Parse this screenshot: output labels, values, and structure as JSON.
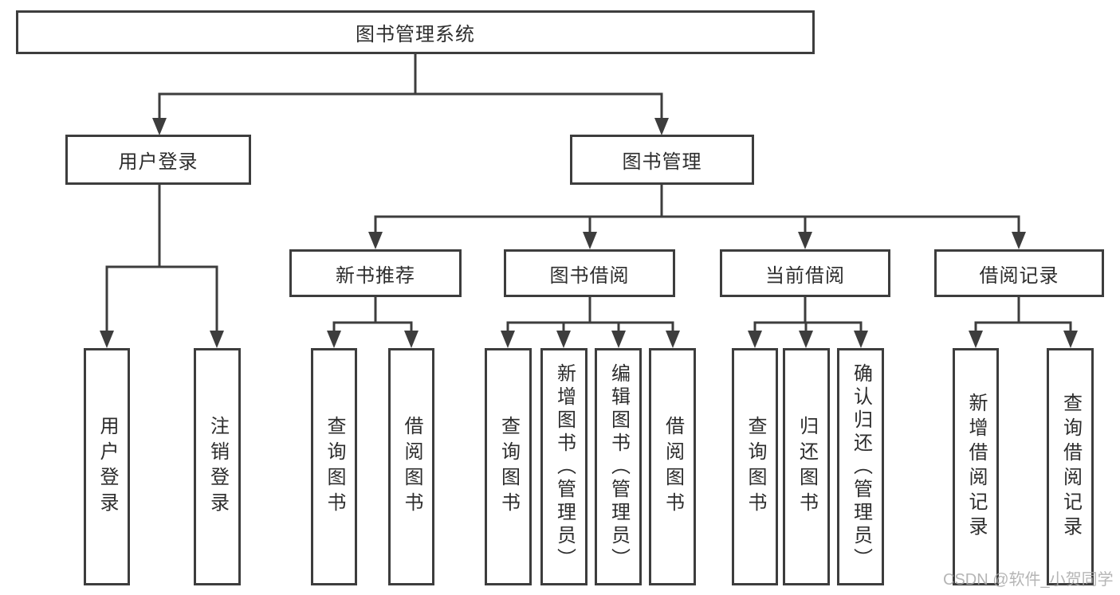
{
  "tree": {
    "root": {
      "label": "图书管理系统"
    },
    "branches": [
      {
        "label": "用户登录",
        "children": [
          {
            "label": "用户登录"
          },
          {
            "label": "注销登录"
          }
        ]
      },
      {
        "label": "图书管理",
        "children": [
          {
            "label": "新书推荐",
            "children": [
              {
                "label": "查询图书"
              },
              {
                "label": "借阅图书"
              }
            ]
          },
          {
            "label": "图书借阅",
            "children": [
              {
                "label": "查询图书"
              },
              {
                "label": "新增图书（管理员）"
              },
              {
                "label": "编辑图书（管理员）"
              },
              {
                "label": "借阅图书"
              }
            ]
          },
          {
            "label": "当前借阅",
            "children": [
              {
                "label": "查询图书"
              },
              {
                "label": "归还图书"
              },
              {
                "label": "确认归还（管理员）"
              }
            ]
          },
          {
            "label": "借阅记录",
            "children": [
              {
                "label": "新增借阅记录"
              },
              {
                "label": "查询借阅记录"
              }
            ]
          }
        ]
      }
    ]
  },
  "watermark": {
    "text": "CSDN @软件_小贺同学"
  },
  "colors": {
    "background": "#ffffff",
    "line": "#3d3d3d",
    "text": "#2d2d2d",
    "node_fill": "#ffffff",
    "watermark": "#a9a9a9"
  }
}
